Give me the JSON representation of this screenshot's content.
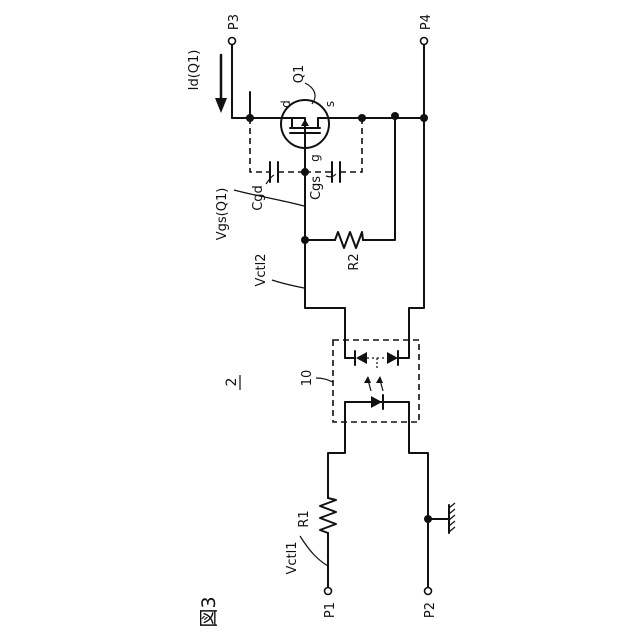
{
  "figure": {
    "title": "図3",
    "number": "2"
  },
  "terminals": {
    "p1": "P1",
    "p2": "P2",
    "p3": "P3",
    "p4": "P4"
  },
  "components": {
    "r1": "R1",
    "r2": "R2",
    "q1": "Q1",
    "optocoupler": "10",
    "cgd": "Cgd",
    "cgs": "Cgs",
    "drain": "d",
    "source": "s",
    "gate": "g"
  },
  "signals": {
    "vctl1": "Vctl1",
    "vctl2": "Vctl2",
    "vgs": "Vgs(Q1)",
    "id": "Id(Q1)"
  }
}
